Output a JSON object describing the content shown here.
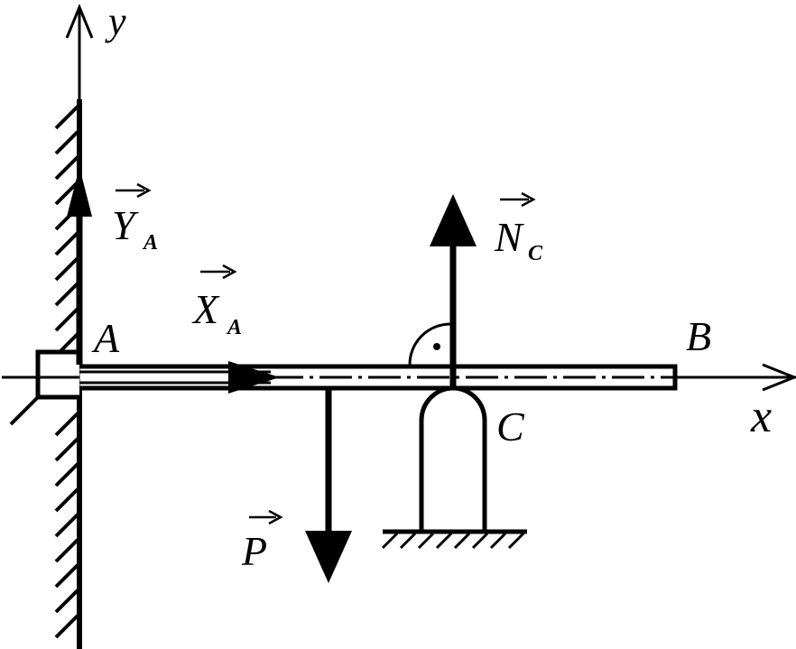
{
  "labels": {
    "axis_x": "x",
    "axis_y": "y",
    "point_a": "A",
    "point_b": "B",
    "point_c": "C"
  },
  "forces": {
    "ya": {
      "letter": "Y",
      "sub": "A"
    },
    "xa": {
      "letter": "X",
      "sub": "A"
    },
    "nc": {
      "letter": "N",
      "sub": "C"
    },
    "p": {
      "letter": "P"
    }
  },
  "colors": {
    "ink": "#000000",
    "background": "#ffffff"
  }
}
